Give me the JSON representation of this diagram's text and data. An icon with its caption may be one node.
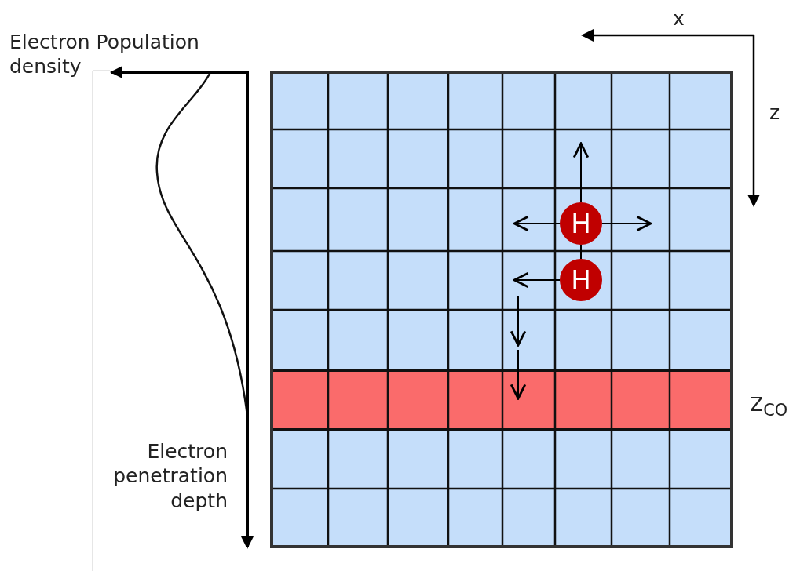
{
  "diagram": {
    "nodes": [
      {
        "text": [
          "H"
        ]
      },
      {
        "text": [
          "H"
        ]
      }
    ],
    "edges": [
      {
        "from": 0,
        "to": null,
        "arrow": "to"
      },
      {
        "from": 0,
        "to": null,
        "arrow": "to"
      },
      {
        "from": 0,
        "to": null,
        "arrow": "to"
      },
      {
        "from": 0,
        "to": 1,
        "arrow": "none"
      },
      {
        "from": 1,
        "to": null,
        "arrow": "to"
      }
    ],
    "labels": [
      "x",
      "Electron Population density",
      "z",
      "Z$_{CO}$",
      "Electron penetration depth"
    ]
  }
}
